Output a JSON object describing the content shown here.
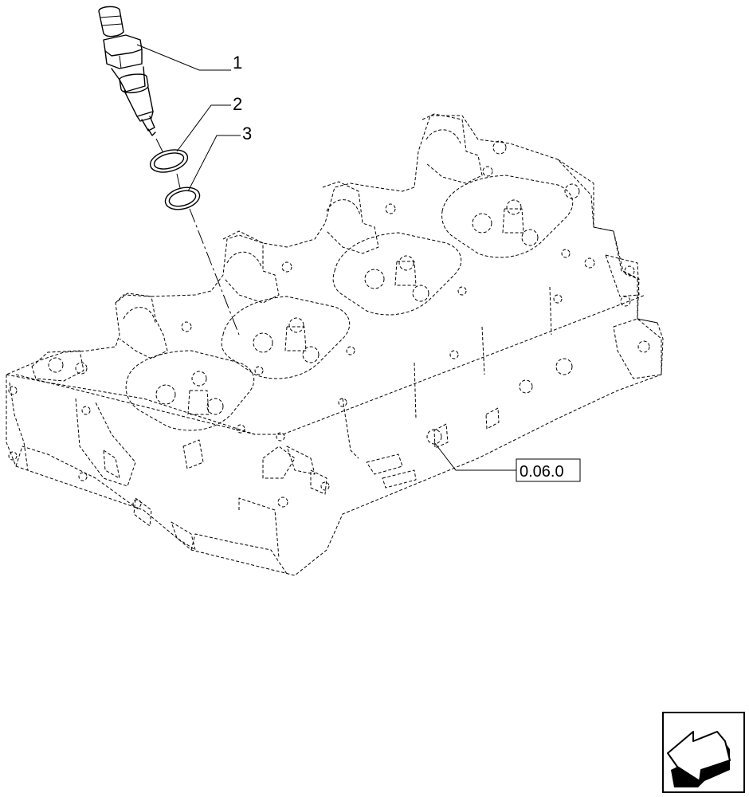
{
  "callouts": {
    "item1": "1",
    "item2": "2",
    "item3": "3"
  },
  "reference": {
    "label": "0.06.0"
  },
  "icons": {
    "nav": "arrow-next-page-icon"
  }
}
